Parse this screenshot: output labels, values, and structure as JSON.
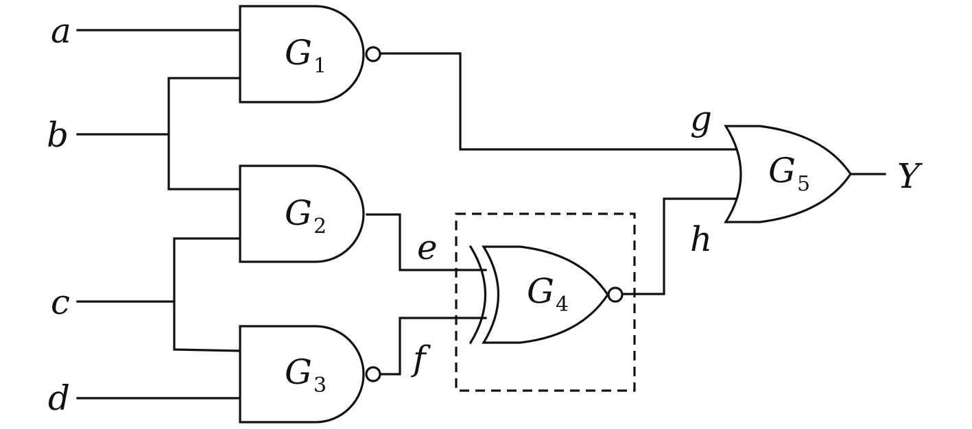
{
  "diagram": {
    "inputs": {
      "a": "a",
      "b": "b",
      "c": "c",
      "d": "d"
    },
    "output": "Y",
    "gates": [
      {
        "name": "G",
        "index": "1",
        "type": "NAND"
      },
      {
        "name": "G",
        "index": "2",
        "type": "AND"
      },
      {
        "name": "G",
        "index": "3",
        "type": "NAND"
      },
      {
        "name": "G",
        "index": "4",
        "type": "XNOR"
      },
      {
        "name": "G",
        "index": "5",
        "type": "OR"
      }
    ],
    "signals": {
      "e": "e",
      "f": "f",
      "g": "g",
      "h": "h"
    }
  }
}
